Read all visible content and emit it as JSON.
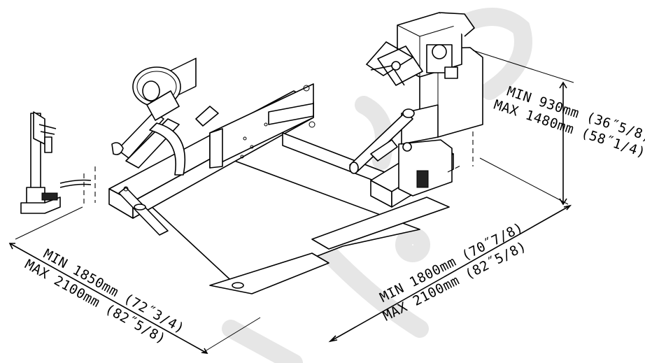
{
  "watermark": {
    "color": "#e6e6e6"
  },
  "dimensions": {
    "height": {
      "min": "MIN 930mm (36˝5/8)",
      "max": "MAX 1480mm (58˝1/4)"
    },
    "width_left": {
      "min": "MIN 1850mm (72˝3/4)",
      "max": "MAX 2100mm (82˝5/8)"
    },
    "width_right": {
      "min": "MIN 1800mm (70˝7/8)",
      "max": "MAX 2100mm (82˝5/8)"
    }
  }
}
